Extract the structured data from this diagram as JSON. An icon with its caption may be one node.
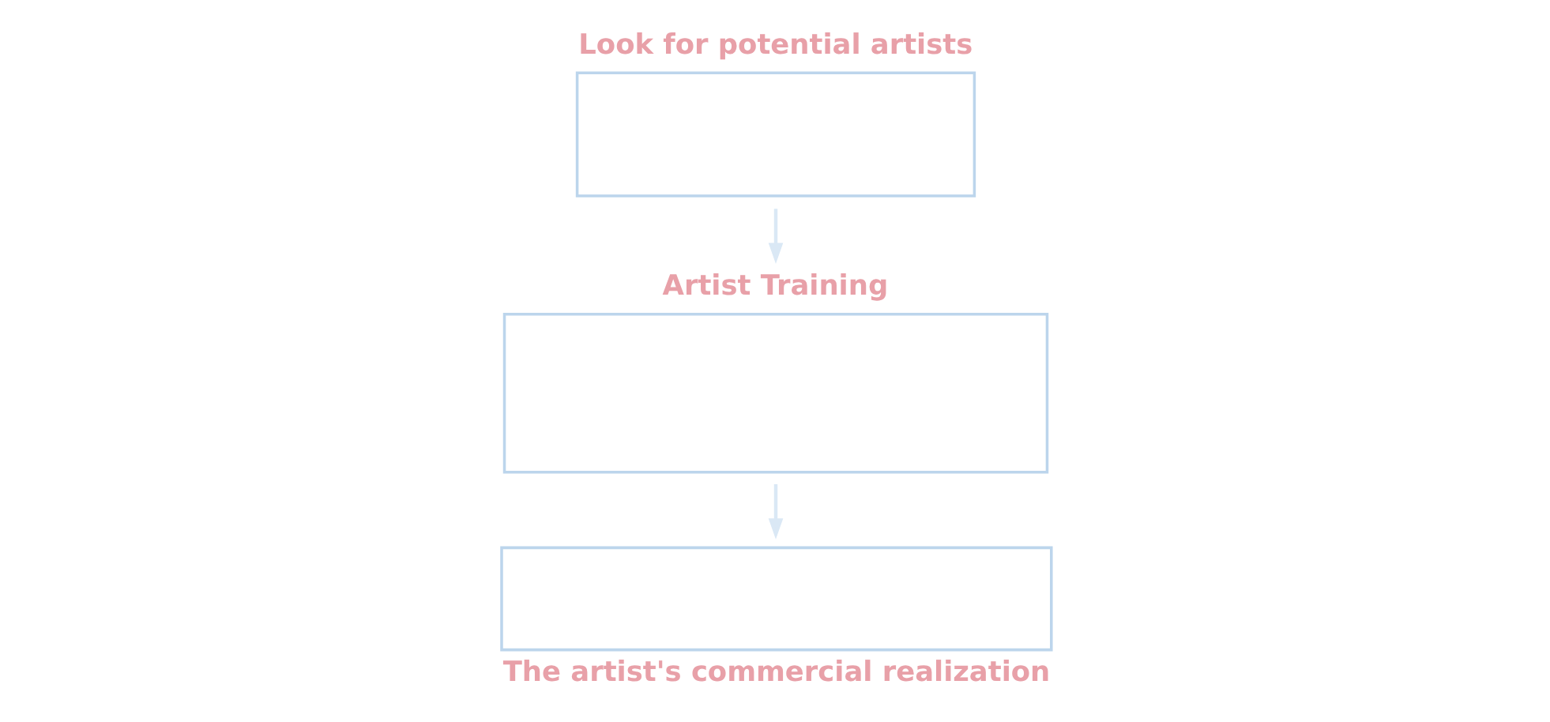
{
  "diagram": {
    "nodes": [
      {
        "text": [
          "Look for potential artists"
        ]
      },
      {
        "text": [
          "Artist Training"
        ]
      },
      {
        "text": [
          "The artist's commercial realization"
        ]
      }
    ],
    "edges": [
      {
        "from": 0,
        "to": 1,
        "arrow": "to"
      },
      {
        "from": 1,
        "to": 2,
        "arrow": "to"
      }
    ]
  }
}
